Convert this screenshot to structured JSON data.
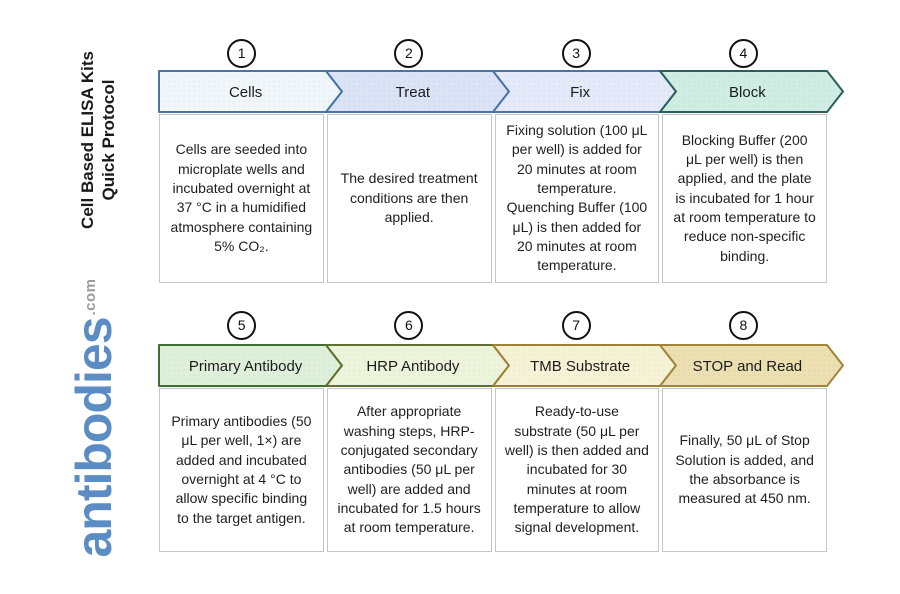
{
  "sidebar": {
    "title_line1": "Cell Based ELISA Kits",
    "title_line2": "Quick Protocol",
    "logo_text": "antibodies",
    "logo_suffix": ".com"
  },
  "colors": {
    "logo_blue": "#5b8dc4",
    "logo_gray": "#9b9b9b"
  },
  "steps": [
    {
      "number": "1",
      "label": "Cells",
      "description": "Cells are seeded into microplate wells and incubated overnight at 37 °C in a humidified atmosphere containing 5% CO₂.",
      "fill": "#f1f6fa",
      "border": "#4a74a8"
    },
    {
      "number": "2",
      "label": "Treat",
      "description": "The desired treatment conditions are then applied.",
      "fill": "#dbe3f6",
      "border": "#4a74a8"
    },
    {
      "number": "3",
      "label": "Fix",
      "description": "Fixing solution (100 μL per well) is added for 20 minutes at room temperature. Quenching Buffer (100 μL) is then added for 20 minutes at room temperature.",
      "fill": "#e4eaf9",
      "border": "#4a74a8"
    },
    {
      "number": "4",
      "label": "Block",
      "description": "Blocking Buffer (200 μL per well) is then applied, and the plate is incubated for 1 hour at room temperature to reduce non-specific binding.",
      "fill": "#d0ede3",
      "border": "#2d5f5a"
    },
    {
      "number": "5",
      "label": "Primary Antibody",
      "description": "Primary antibodies (50 μL per well, 1×) are added and incubated overnight at 4 °C to allow specific binding to the target antigen.",
      "fill": "#def0d9",
      "border": "#3f6e2e"
    },
    {
      "number": "6",
      "label": "HRP Antibody",
      "description": "After appropriate washing steps, HRP-conjugated secondary antibodies (50 μL per well) are added and incubated for 1.5 hours at room temperature.",
      "fill": "#edf4dc",
      "border": "#5e7030"
    },
    {
      "number": "7",
      "label": "TMB Substrate",
      "description": "Ready-to-use substrate (50 μL per well) is then added and incubated for 30 minutes at room temperature to allow signal development.",
      "fill": "#f6f2d5",
      "border": "#a08034"
    },
    {
      "number": "8",
      "label": "STOP and Read",
      "description": "Finally, 50 μL of Stop Solution is added, and the absorbance is measured at 450 nm.",
      "fill": "#ecdfb2",
      "border": "#a3853a"
    }
  ]
}
